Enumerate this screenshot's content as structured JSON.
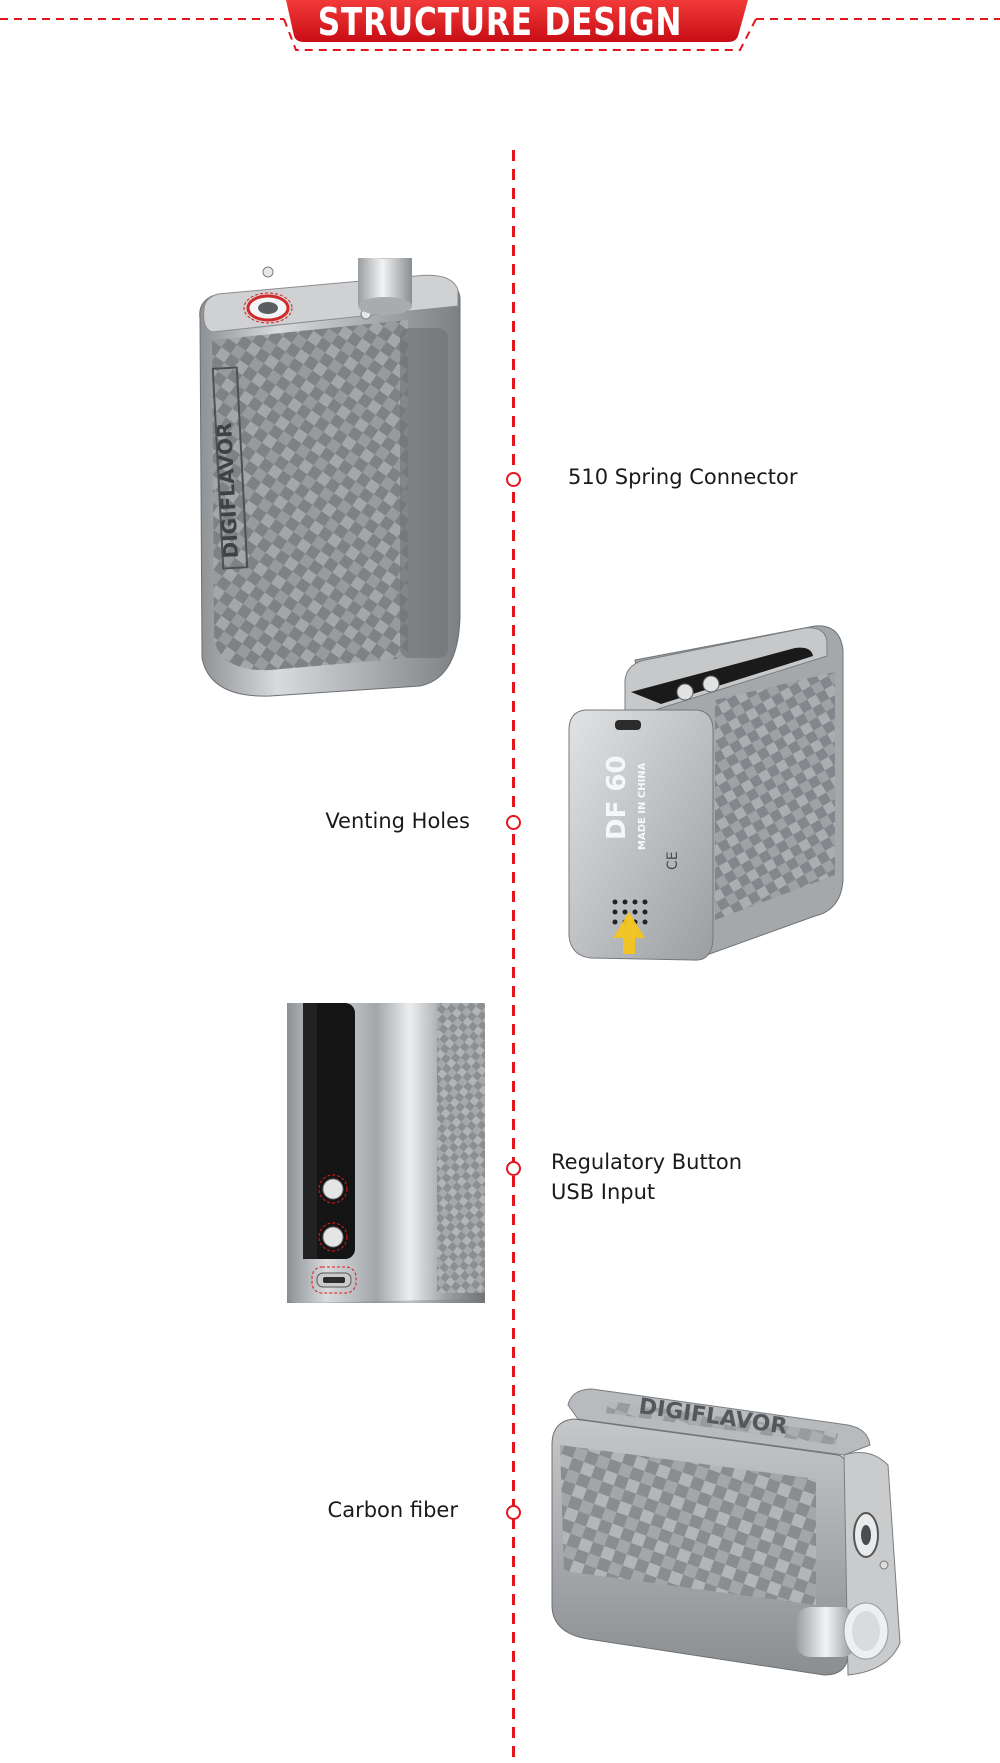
{
  "header": {
    "title": "STRUCTURE DESIGN"
  },
  "features": [
    {
      "label": "510 Spring Connector"
    },
    {
      "label": "Venting Holes"
    },
    {
      "label": "Regulatory Button"
    },
    {
      "label": "USB Input"
    },
    {
      "label": "Carbon fiber"
    }
  ],
  "product": {
    "brand_text": "DIGIFLAVOR",
    "model_text": "DF 60",
    "made_in": "MADE IN CHINA",
    "mark": "CE"
  },
  "colors": {
    "accent": "#e3161d",
    "steel": "#b9bcbf",
    "carbon": "#8a8d90",
    "screen": "#151515",
    "warning": "#f4c51f"
  }
}
